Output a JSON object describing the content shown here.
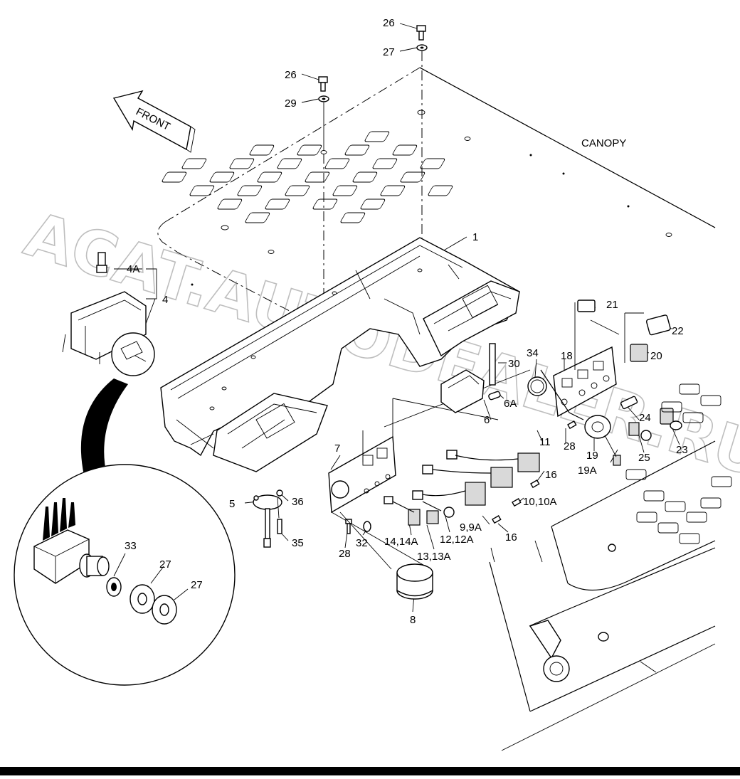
{
  "labels": {
    "canopy": "CANOPY",
    "front": "FRONT",
    "watermark": "ACAT.AUTODEALER.RU"
  },
  "callouts": {
    "c1": "1",
    "c4": "4",
    "c4A": "4A",
    "c5": "5",
    "c6": "6",
    "c6A": "6A",
    "c7": "7",
    "c8": "8",
    "c9": "9,9A",
    "c10": "10,10A",
    "c11": "11",
    "c12": "12,12A",
    "c13": "13,13A",
    "c14": "14,14A",
    "c16a": "16",
    "c16b": "16",
    "c18": "18",
    "c19": "19",
    "c19A": "19A",
    "c20": "20",
    "c21": "21",
    "c22": "22",
    "c23": "23",
    "c24": "24",
    "c25": "25",
    "c26a": "26",
    "c26b": "26",
    "c27a": "27",
    "c27b": "27",
    "c27c": "27",
    "c28a": "28",
    "c28b": "28",
    "c29": "29",
    "c30": "30",
    "c32": "32",
    "c33": "33",
    "c34": "34",
    "c35": "35",
    "c36": "36"
  }
}
